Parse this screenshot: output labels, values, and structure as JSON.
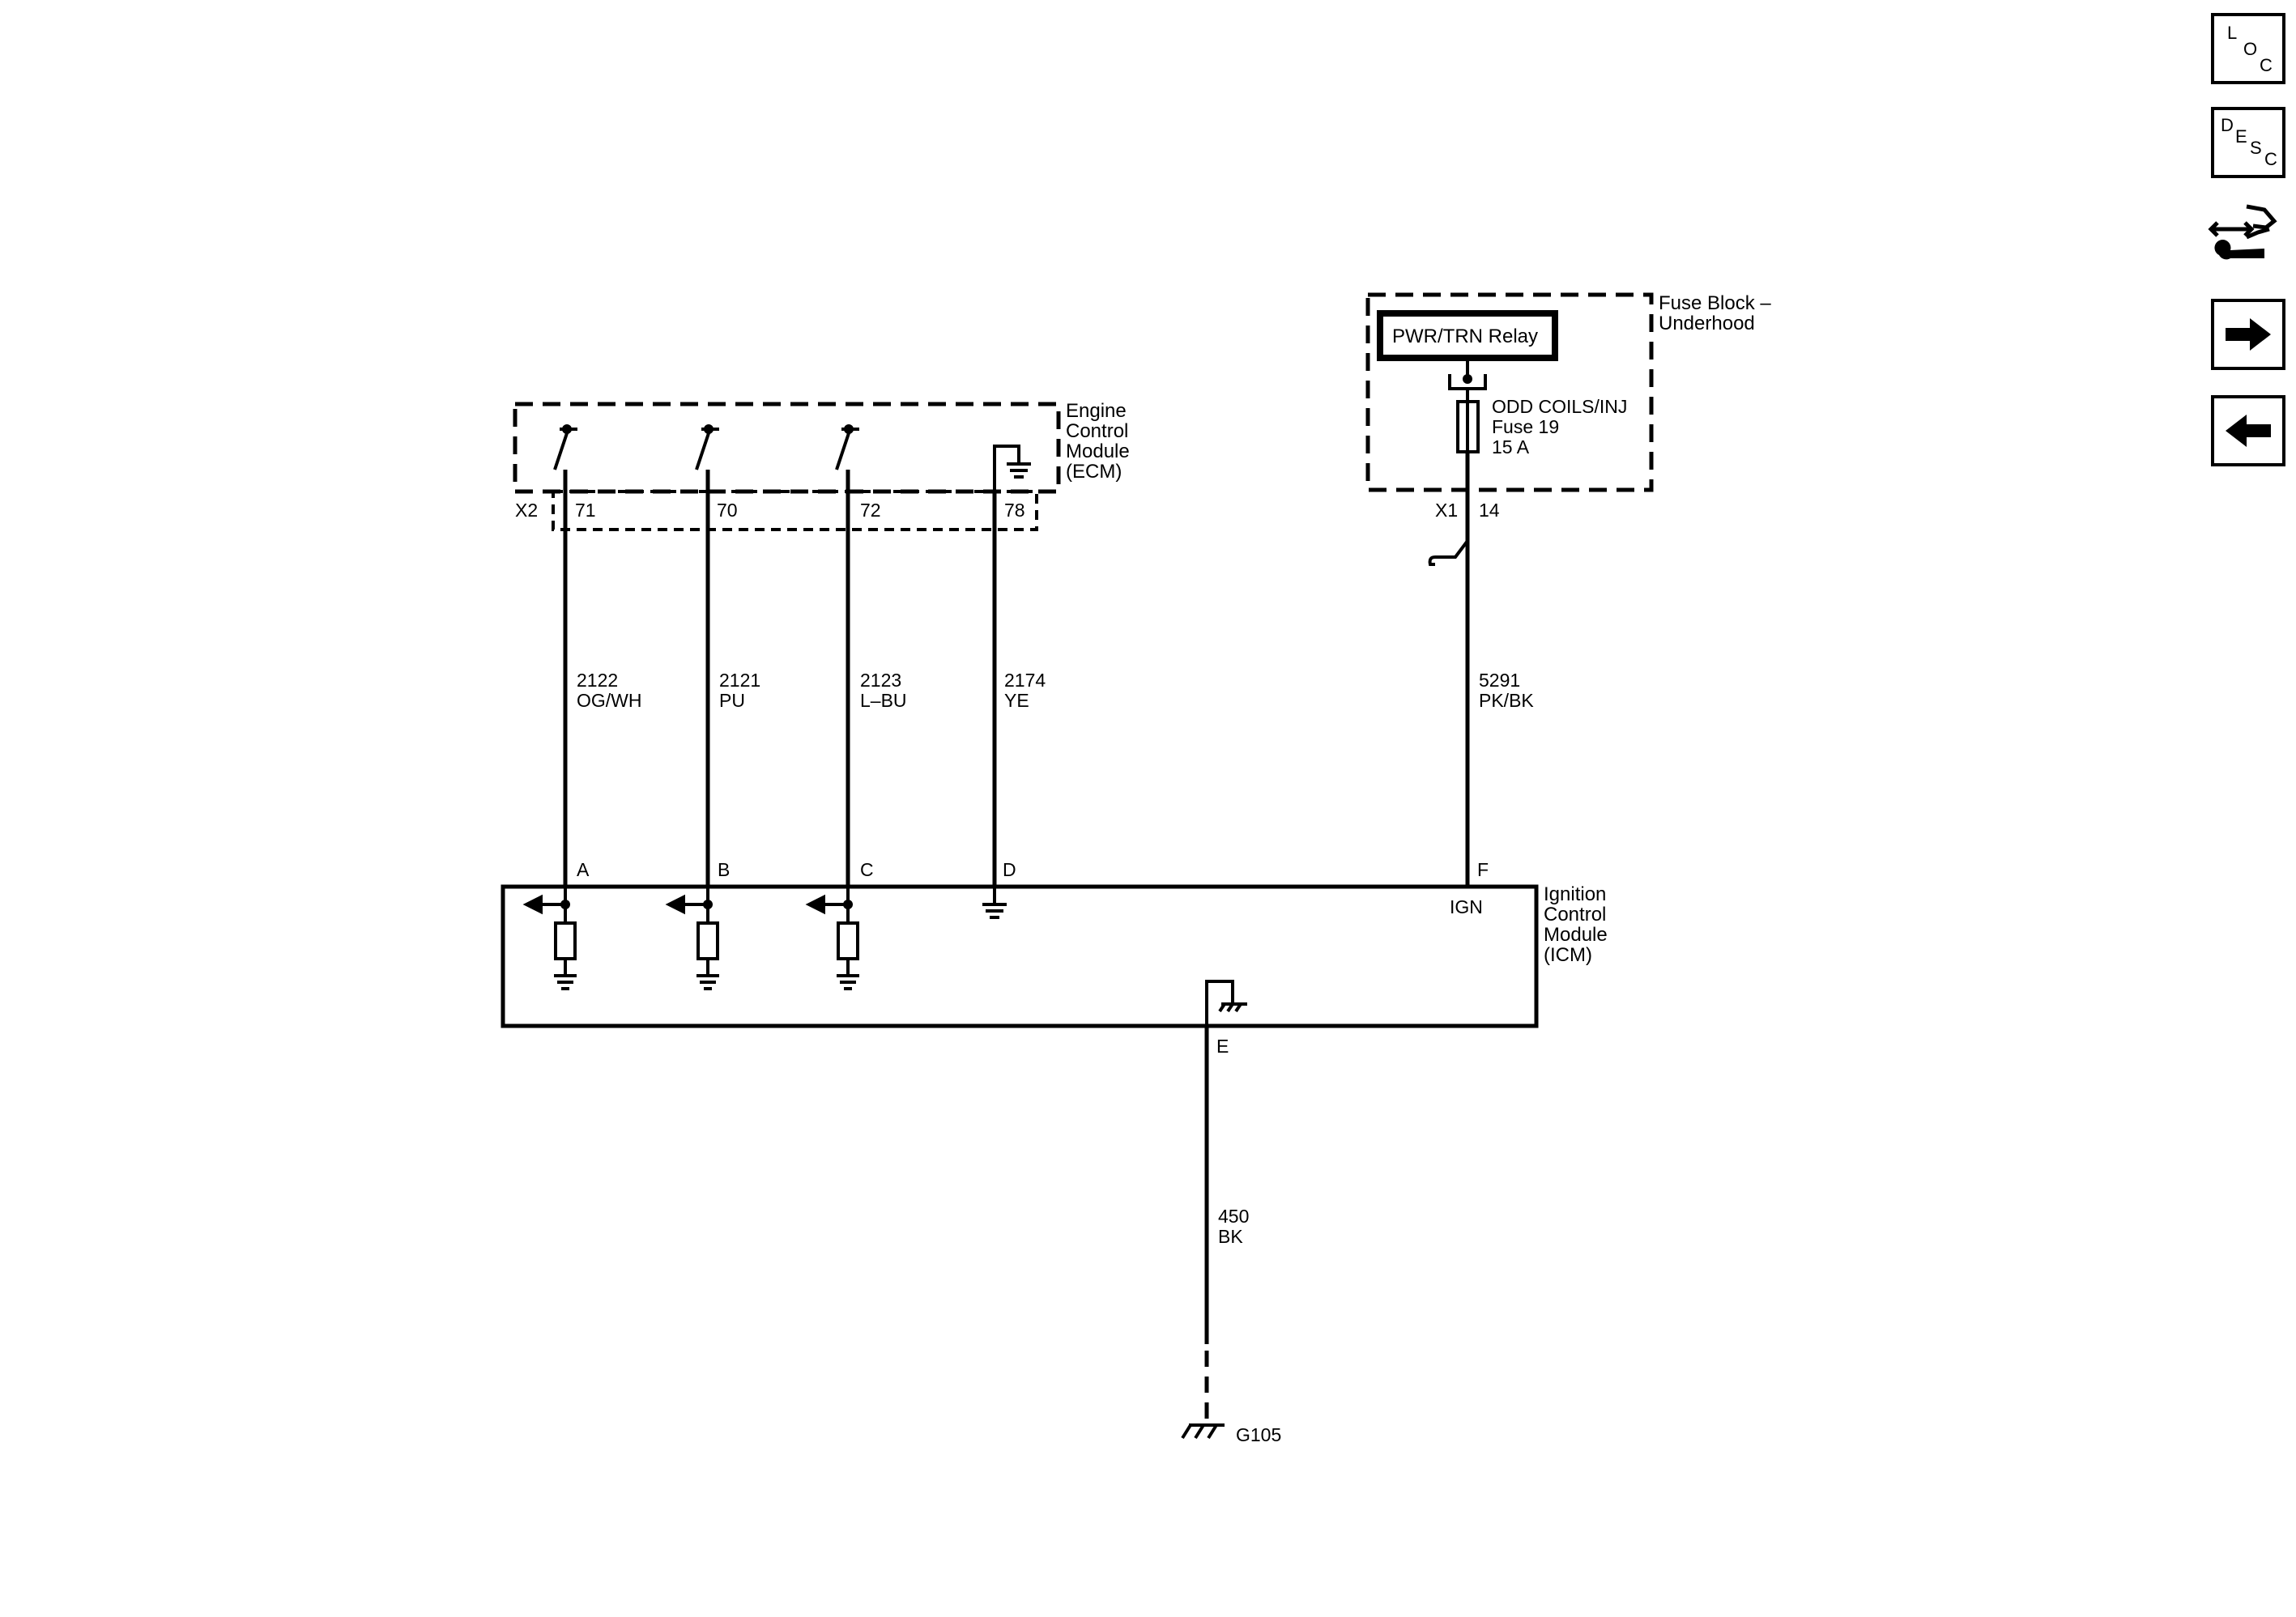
{
  "nav": {
    "loc": [
      "L",
      "O",
      "C"
    ],
    "desc": [
      "D",
      "E",
      "S",
      "C"
    ],
    "icons": [
      "connector-repair-icon",
      "next-arrow-icon",
      "back-arrow-icon"
    ]
  },
  "ecm": {
    "name_lines": [
      "Engine",
      "Control",
      "Module",
      "(ECM)"
    ],
    "connector": "X2",
    "pins": [
      "71",
      "70",
      "72",
      "78"
    ]
  },
  "fuse_block": {
    "name_lines": [
      "Fuse Block –",
      "Underhood"
    ],
    "relay": "PWR/TRN Relay",
    "fuse_lines": [
      "ODD COILS/INJ",
      "Fuse 19",
      "15 A"
    ],
    "connector": "X1",
    "pin": "14"
  },
  "wires": [
    {
      "circuit": "2122",
      "color": "OG/WH"
    },
    {
      "circuit": "2121",
      "color": "PU"
    },
    {
      "circuit": "2123",
      "color": "L–BU"
    },
    {
      "circuit": "2174",
      "color": "YE"
    },
    {
      "circuit": "5291",
      "color": "PK/BK"
    }
  ],
  "icm": {
    "name_lines": [
      "Ignition",
      "Control",
      "Module",
      "(ICM)"
    ],
    "pins": [
      "A",
      "B",
      "C",
      "D",
      "F",
      "E"
    ],
    "ign": "IGN"
  },
  "ground_wire": {
    "circuit": "450",
    "color": "BK"
  },
  "ground": "G105"
}
